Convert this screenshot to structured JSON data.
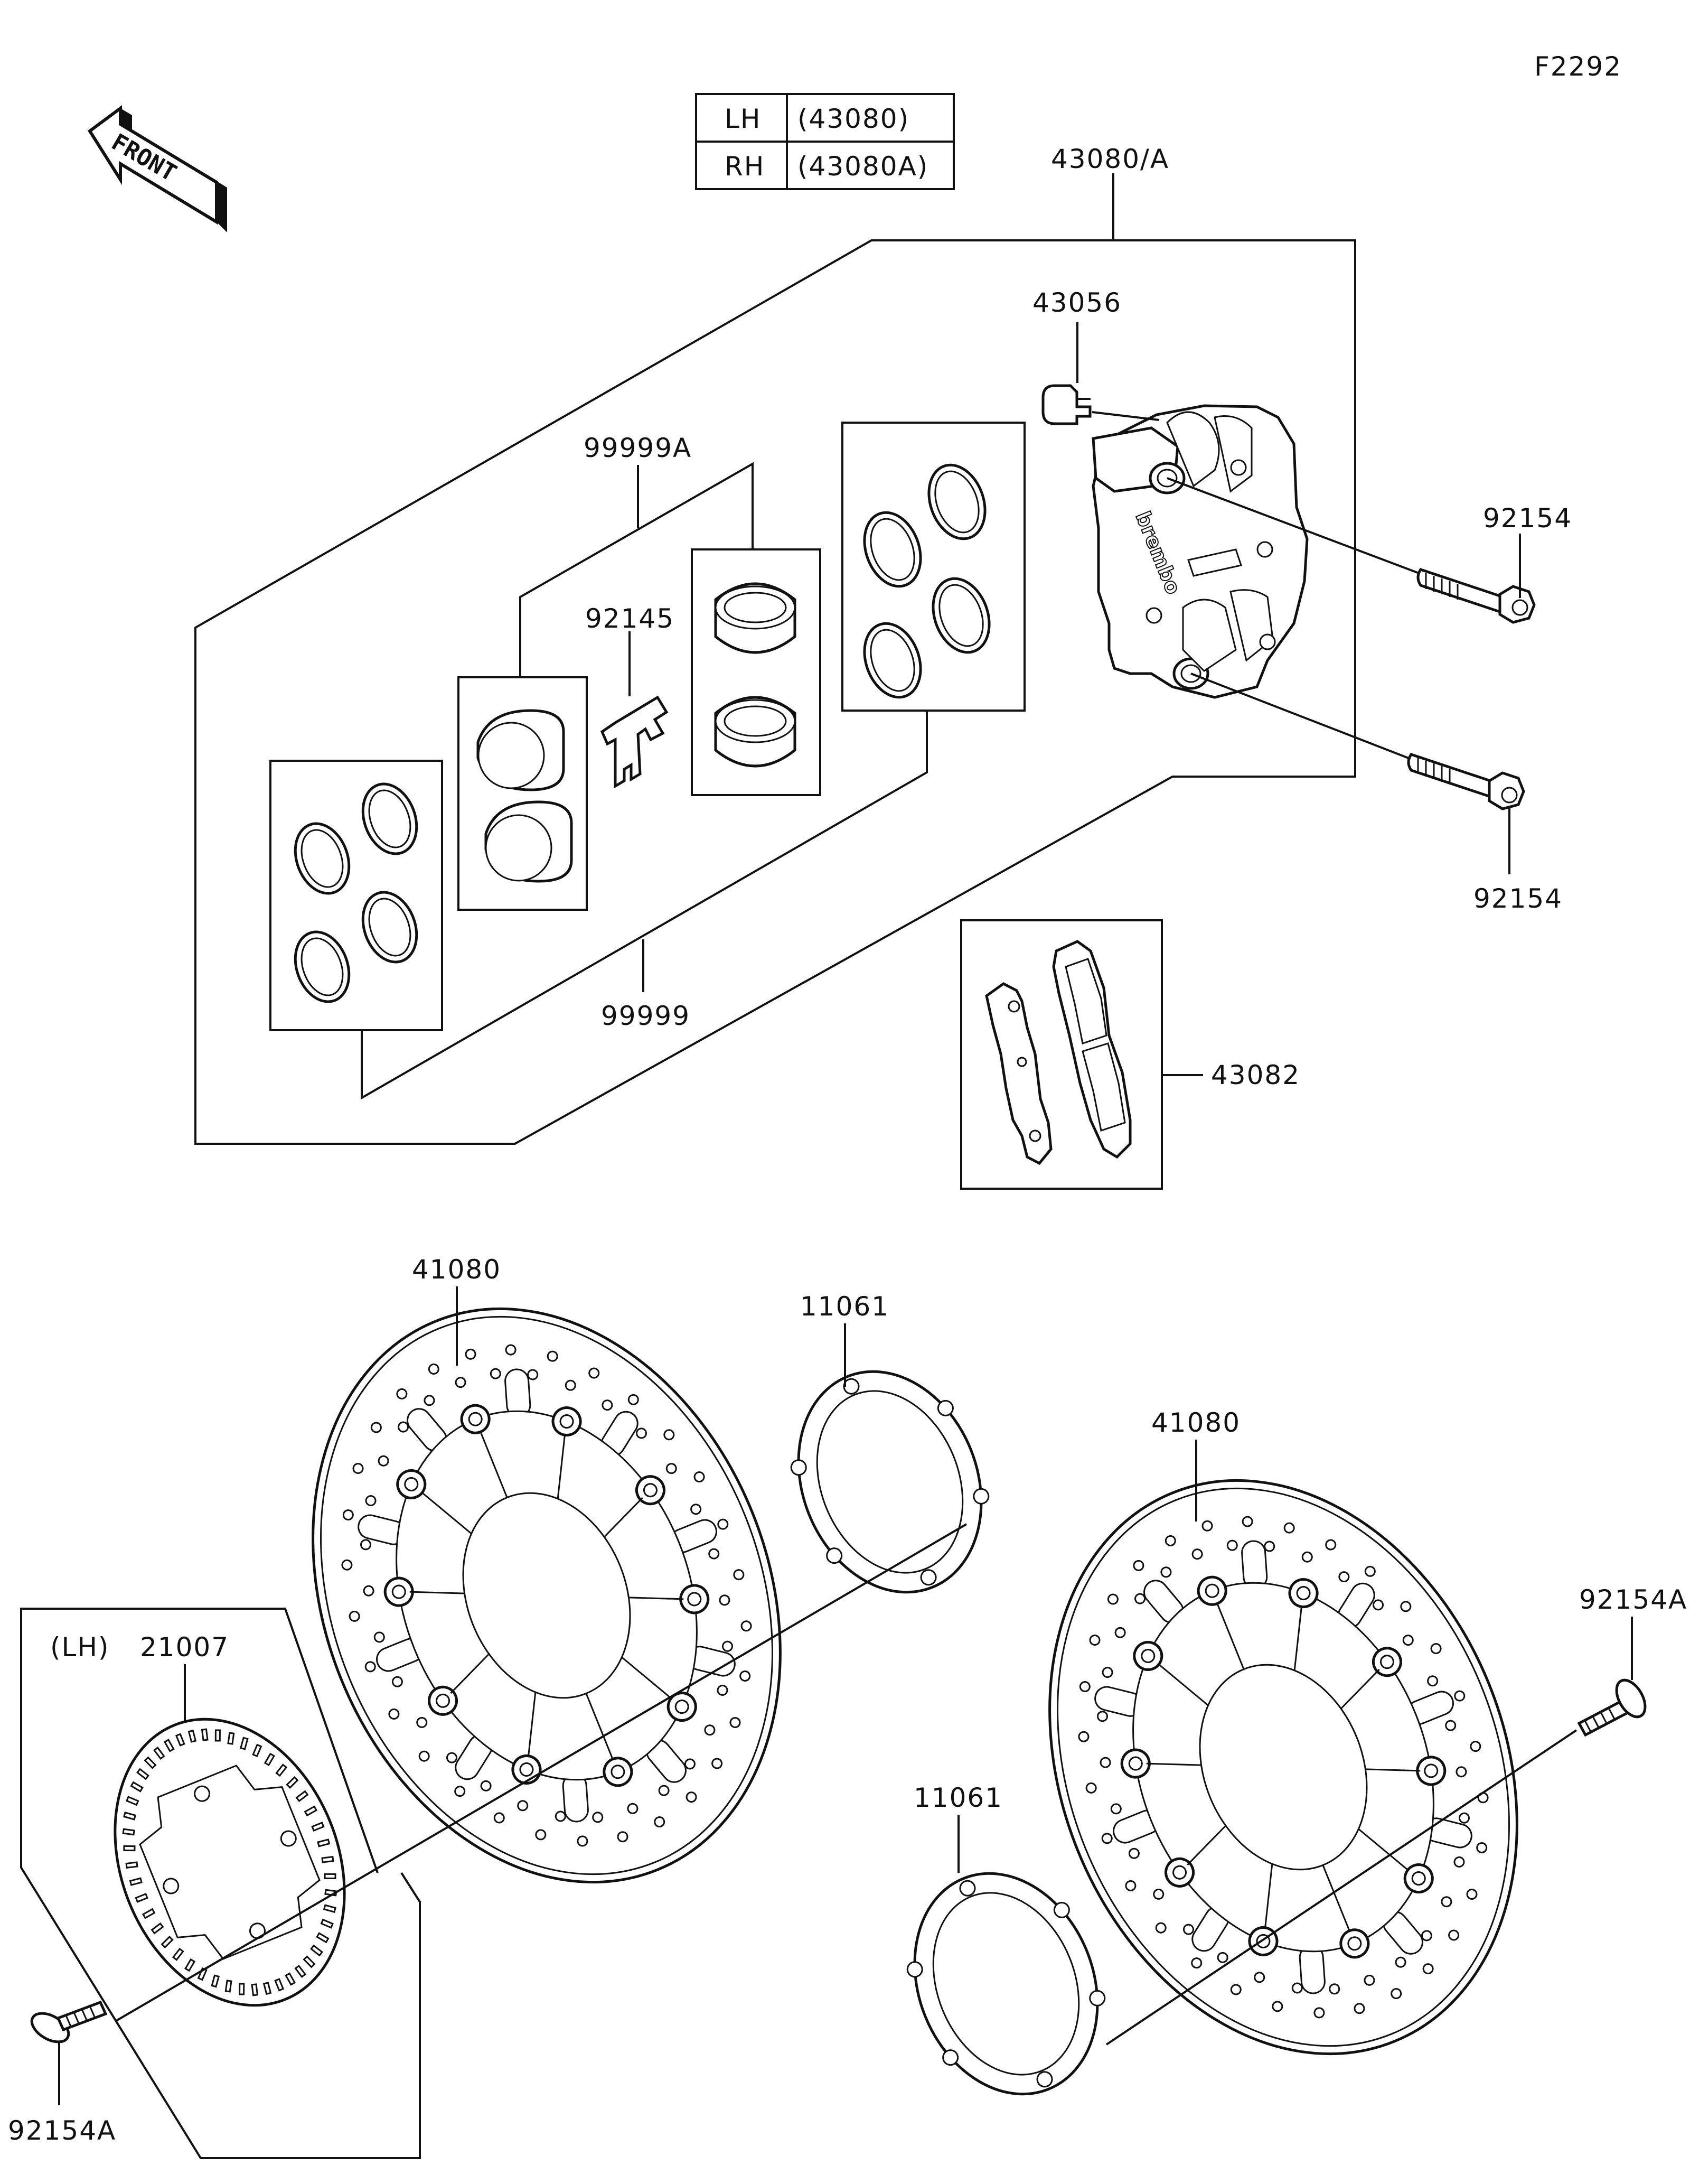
{
  "diagram_code": "F2292",
  "front_arrow": {
    "label": "FRONT"
  },
  "variant_table": [
    {
      "side": "LH",
      "part": "(43080)"
    },
    {
      "side": "RH",
      "part": "(43080A)"
    }
  ],
  "parts": {
    "caliper_assy": "43080/A",
    "bleeder_valve": "43056",
    "caliper_bolt_upper": "92154",
    "caliper_bolt_lower": "92154",
    "piston_kit": "99999A",
    "pad_spring": "92145",
    "seal_kit": "99999",
    "brake_pad_set": "43082",
    "disc_left": "41080",
    "disc_right": "41080",
    "shim_left": "11061",
    "shim_right": "11061",
    "sensor_rotor_side": "(LH)",
    "sensor_rotor": "21007",
    "disc_bolt_right": "92154A",
    "disc_bolt_left": "92154A"
  },
  "icons": {
    "front_arrow": "front-direction-arrow-icon"
  }
}
